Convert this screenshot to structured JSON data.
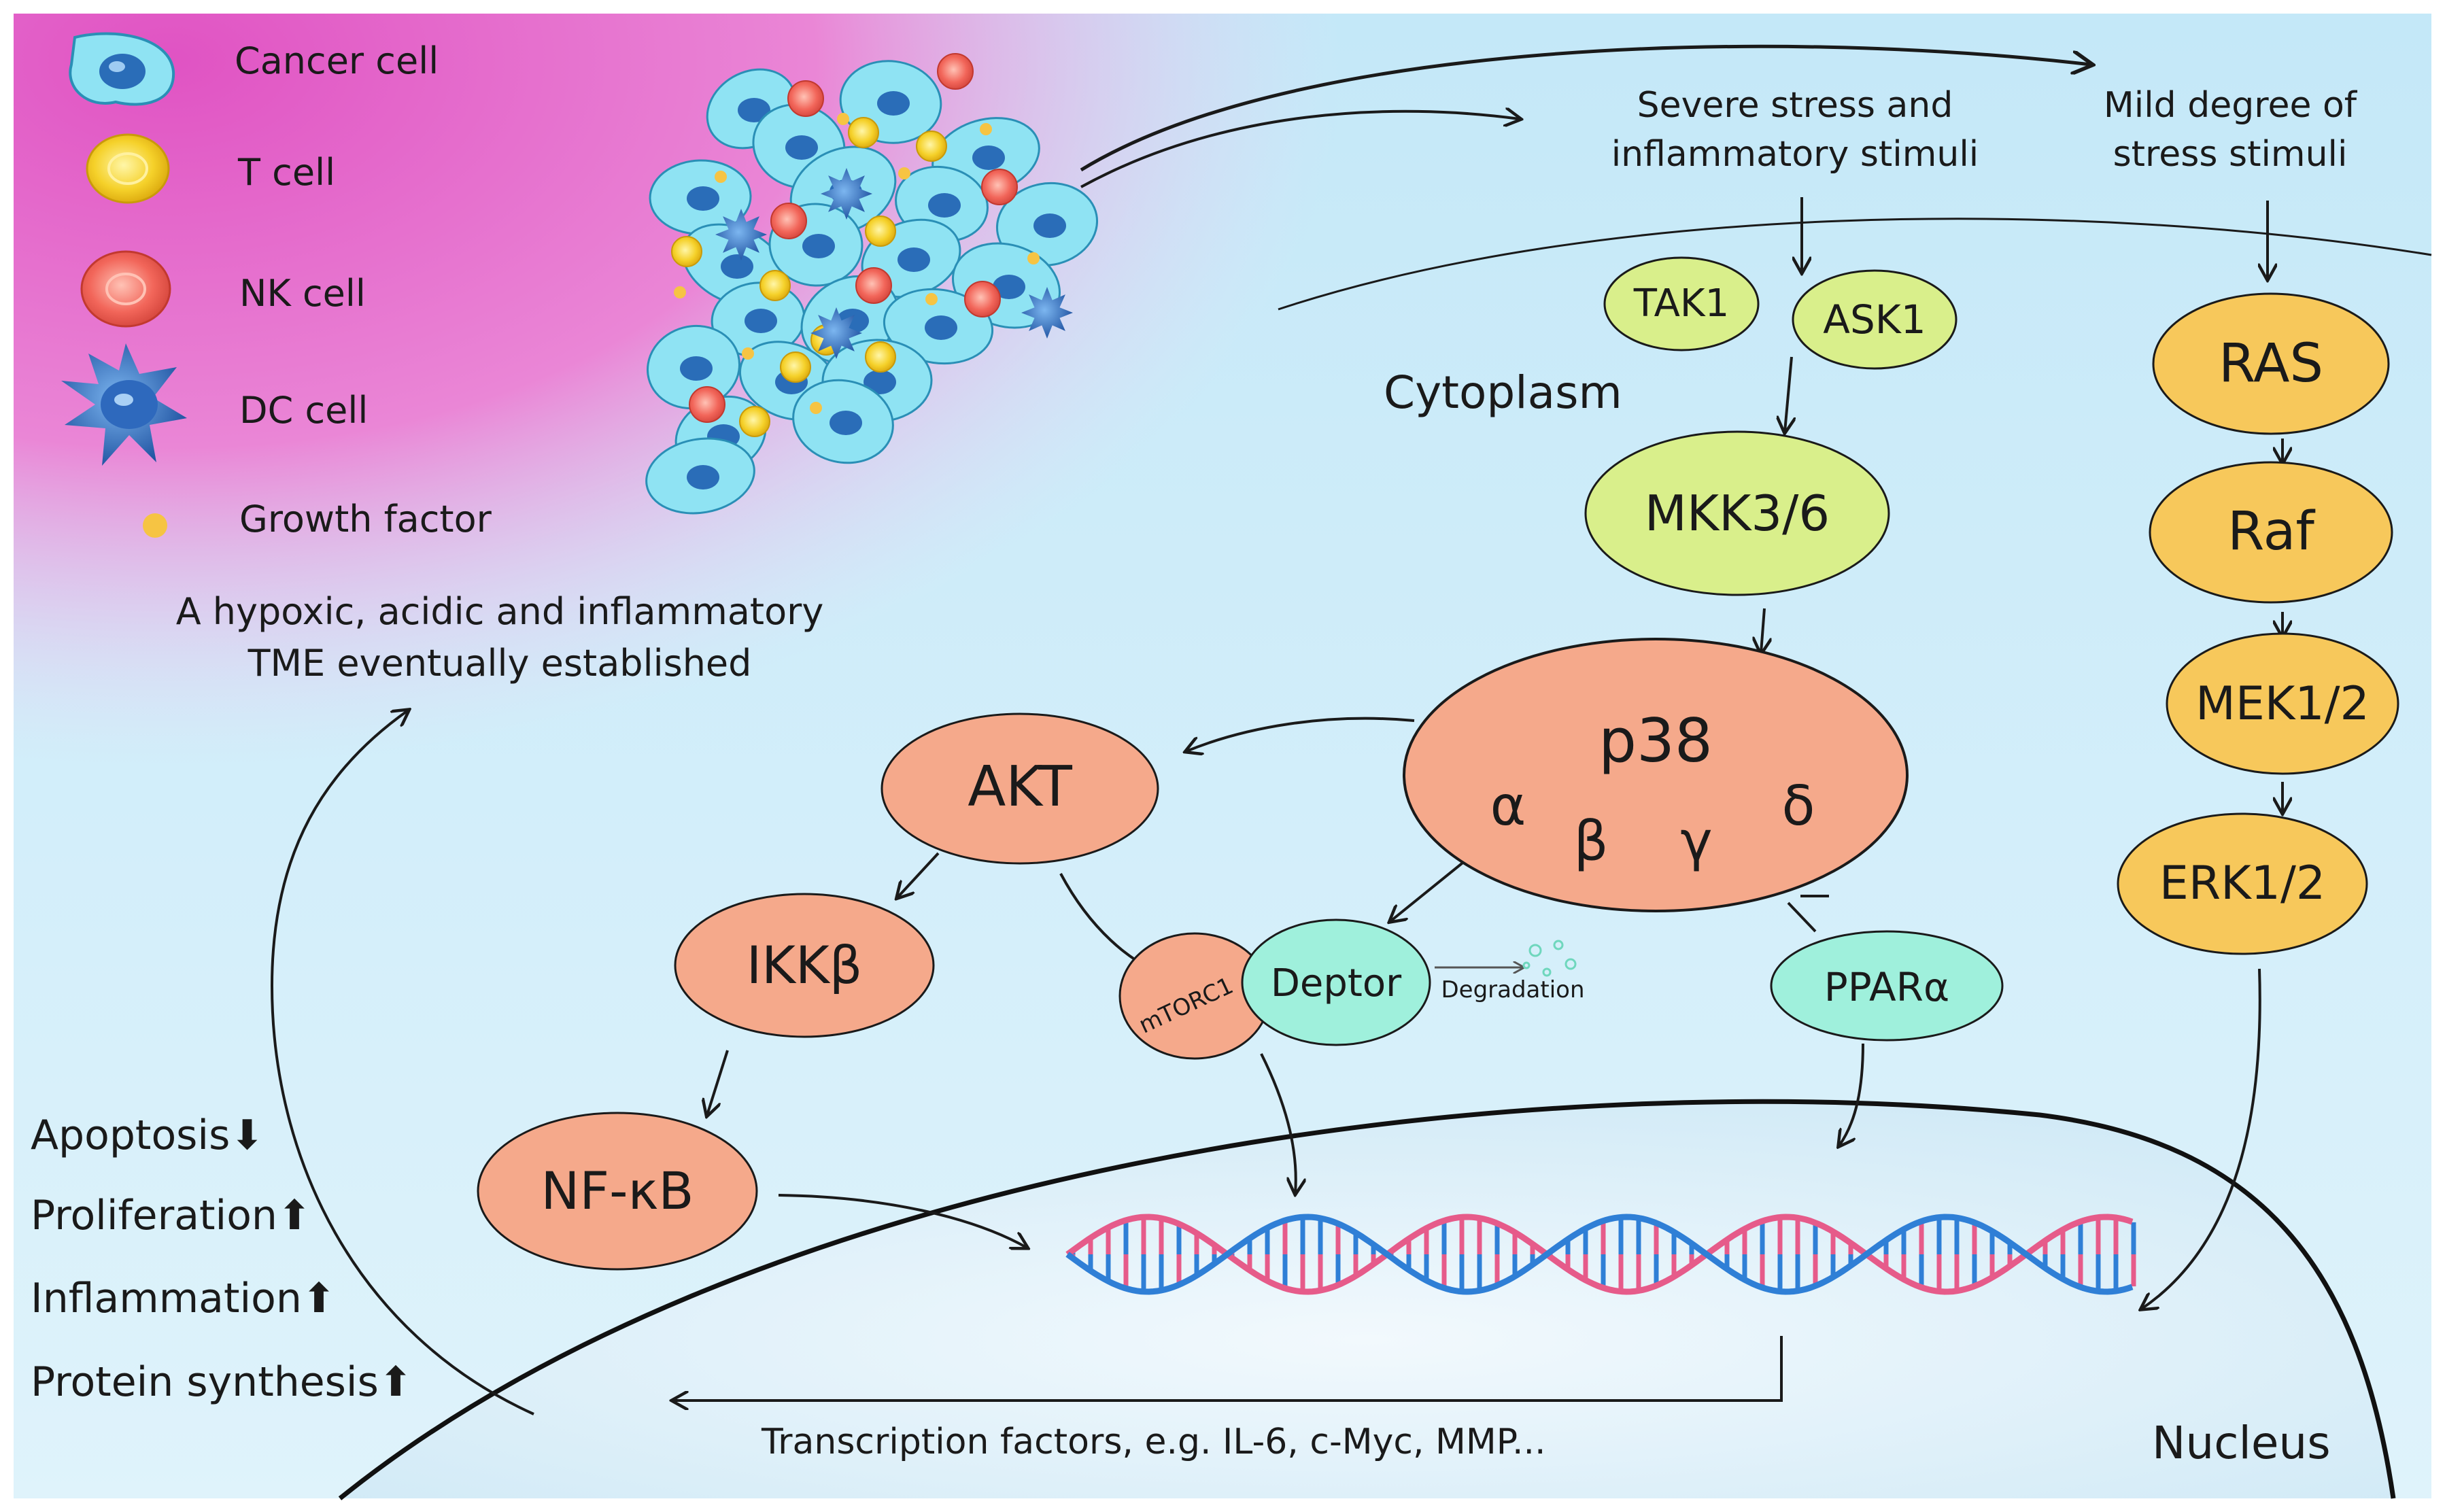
{
  "legend": {
    "cancer_cell": "Cancer cell",
    "t_cell": "T cell",
    "nk_cell": "NK cell",
    "dc_cell": "DC cell",
    "growth_factor": "Growth factor"
  },
  "tme_caption": {
    "line1": "A hypoxic, acidic and inflammatory",
    "line2": "TME eventually established"
  },
  "stimuli": {
    "severe_line1": "Severe stress and",
    "severe_line2": "inflammatory stimuli",
    "mild_line1": "Mild degree of",
    "mild_line2": "stress stimuli"
  },
  "compartments": {
    "cytoplasm": "Cytoplasm",
    "nucleus": "Nucleus"
  },
  "nodes": {
    "tak1": "TAK1",
    "ask1": "ASK1",
    "mkk36": "MKK3/6",
    "p38": "p38",
    "p38_alpha": "α",
    "p38_beta": "β",
    "p38_gamma": "γ",
    "p38_delta": "δ",
    "akt": "AKT",
    "ikkb": "IKKβ",
    "nfkb": "NF-κB",
    "mtorc1": "mTORC1",
    "deptor": "Deptor",
    "degradation": "Degradation",
    "ppara": "PPARα",
    "ras": "RAS",
    "raf": "Raf",
    "mek12": "MEK1/2",
    "erk12": "ERK1/2"
  },
  "outcomes": {
    "apoptosis": "Apoptosis⬇",
    "proliferation": "Proliferation⬆",
    "inflammation": "Inflammation⬆",
    "protein_synthesis": "Protein synthesis⬆"
  },
  "transcription": "Transcription factors, e.g. IL-6, c-Myc, MMP...",
  "colors": {
    "pink": "#e664c8",
    "sky": "#bfe6f8",
    "green_node": "#d9ef8b",
    "orange_node": "#f5a98b",
    "yellow_node": "#f7c85b",
    "teal_node": "#9ff0dc",
    "cancer_fill": "#8fe3f3",
    "nucleus_fill": "#2a6db8"
  }
}
